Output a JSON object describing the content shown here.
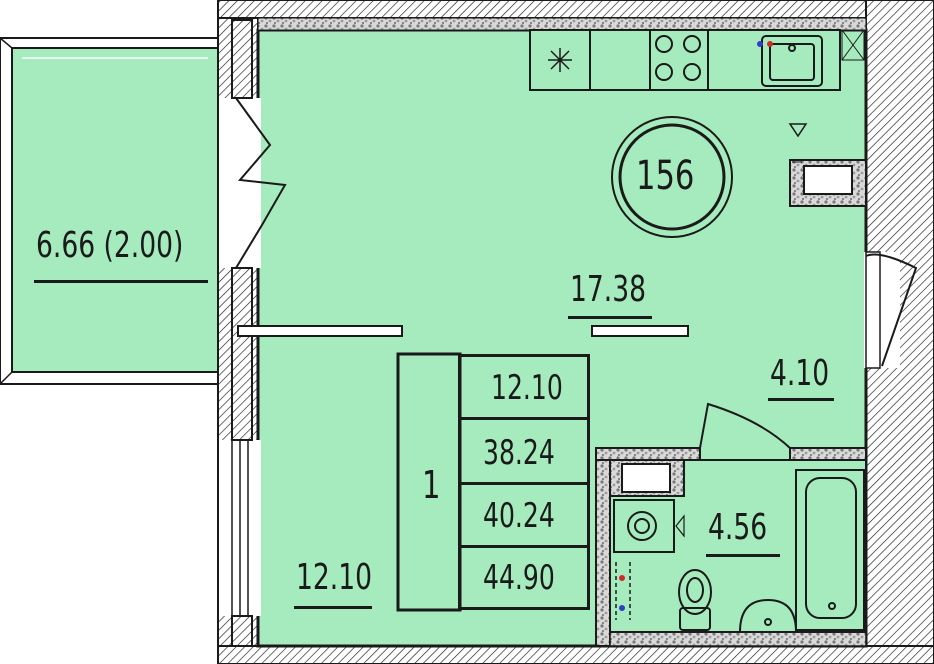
{
  "plan": {
    "apartment_number": "156",
    "rooms_count": "1",
    "areas": {
      "balcony": "6.66 (2.00)",
      "kitchen_living": "17.38",
      "room": "12.10",
      "hall": "4.10",
      "bathroom": "4.56"
    },
    "summary": [
      "12.10",
      "38.24",
      "40.24",
      "44.90"
    ],
    "colors": {
      "room_fill": "#a6ebbd",
      "wall": "#1a1a1a",
      "hatch": "#8c8c8c",
      "background": "#ffffff"
    },
    "icons": [
      "stove-icon",
      "hob-icon",
      "kitchen-sink-icon",
      "toilet-icon",
      "washbasin-icon",
      "bathtub-icon",
      "washing-machine-icon",
      "ventilation-icon",
      "water-supply-icon"
    ]
  }
}
